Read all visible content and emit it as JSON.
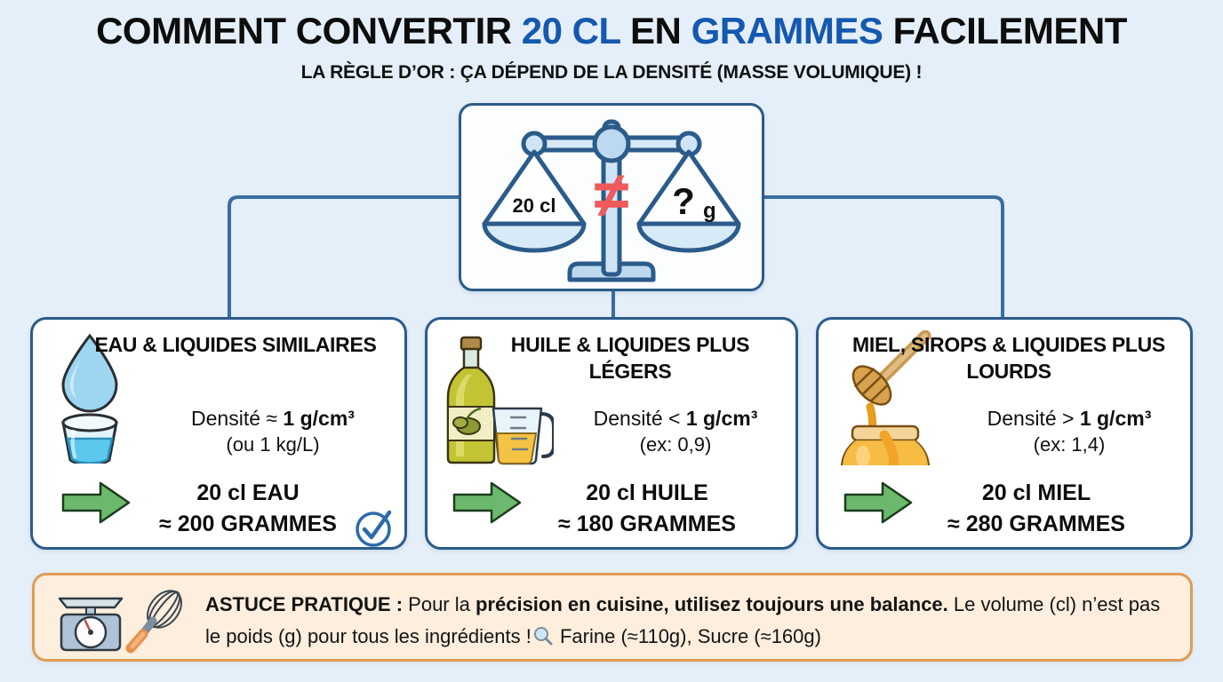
{
  "header": {
    "title_part1": "COMMENT CONVERTIR ",
    "title_accent1": "20 CL",
    "title_part2": " EN ",
    "title_accent2": "GRAMMES",
    "title_part3": " FACILEMENT",
    "title_full": "COMMENT CONVERTIR 20 CL EN GRAMMES FACILEMENT",
    "subtitle": "LA RÈGLE D’OR : ÇA DÉPEND DE LA DENSITÉ (MASSE VOLUMIQUE) !",
    "accent_color": "#1558b0"
  },
  "scale": {
    "left_pan_label": "20 cl",
    "right_pan_label": "?",
    "right_pan_unit": "g",
    "operator": "≠",
    "operator_color": "#f05a5a",
    "frame_color": "#2b5b8a"
  },
  "cards": [
    {
      "id": "water",
      "icon": "water-drop-and-glass-icon",
      "title": "EAU & LIQUIDES SIMILAIRES",
      "density_label": "Densité ≈ ",
      "density_value": "1 g/cm³",
      "density_sub": "(ou 1 kg/L)",
      "result_line1": "20 cl EAU",
      "result_line2": "≈ 200 GRAMMES",
      "has_check": true
    },
    {
      "id": "oil",
      "icon": "oil-bottle-and-measuring-cup-icon",
      "title": "HUILE & LIQUIDES PLUS LÉGERS",
      "density_label": "Densité < ",
      "density_value": "1 g/cm³",
      "density_sub": "(ex: 0,9)",
      "result_line1": "20 cl HUILE",
      "result_line2": "≈ 180 GRAMMES",
      "has_check": false
    },
    {
      "id": "honey",
      "icon": "honey-jar-and-dipper-icon",
      "title": "MIEL, SIROPS & LIQUIDES PLUS LOURDS",
      "density_label": "Densité > ",
      "density_value": "1 g/cm³",
      "density_sub": "(ex: 1,4)",
      "result_line1": "20 cl MIEL",
      "result_line2": "≈ 280 GRAMMES",
      "has_check": false
    }
  ],
  "tip": {
    "heading": "ASTUCE PRATIQUE :",
    "text1": " Pour la ",
    "bold1": "précision en cuisine, utilisez toujours une balance.",
    "text2": " Le volume (cl) n’est pas le poids (g) pour tous les ingrédients !",
    "text3": " Farine (≈110g), Sucre (≈160g)",
    "icons": [
      "kitchen-scale-icon",
      "whisk-icon",
      "magnifier-icon"
    ],
    "bg_color": "#fdeedd",
    "border_color": "#e09b57"
  },
  "theme": {
    "background": "#e4eff9",
    "card_border": "#2b5b8a",
    "arrow_green": "#63b263",
    "check_blue": "#2b6aab"
  }
}
